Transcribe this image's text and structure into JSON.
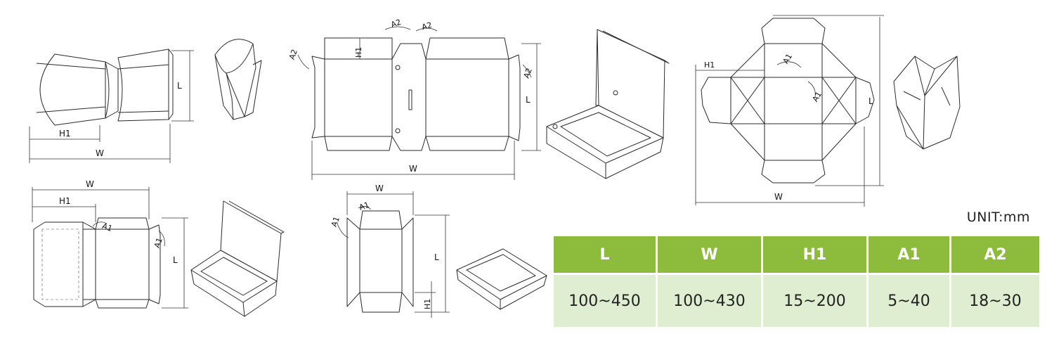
{
  "dims": {
    "L": "L",
    "W": "W",
    "H1": "H1",
    "A1": "A1",
    "A2": "A2"
  },
  "unit": "UNIT:mm",
  "spec_table": {
    "headers": [
      "L",
      "W",
      "H1",
      "A1",
      "A2"
    ],
    "values": [
      "100~450",
      "100~430",
      "15~200",
      "5~40",
      "18~30"
    ]
  },
  "colors": {
    "header_green": "#8dbb3c",
    "cell_green": "#dfedd0",
    "line": "#2a2a2a"
  }
}
